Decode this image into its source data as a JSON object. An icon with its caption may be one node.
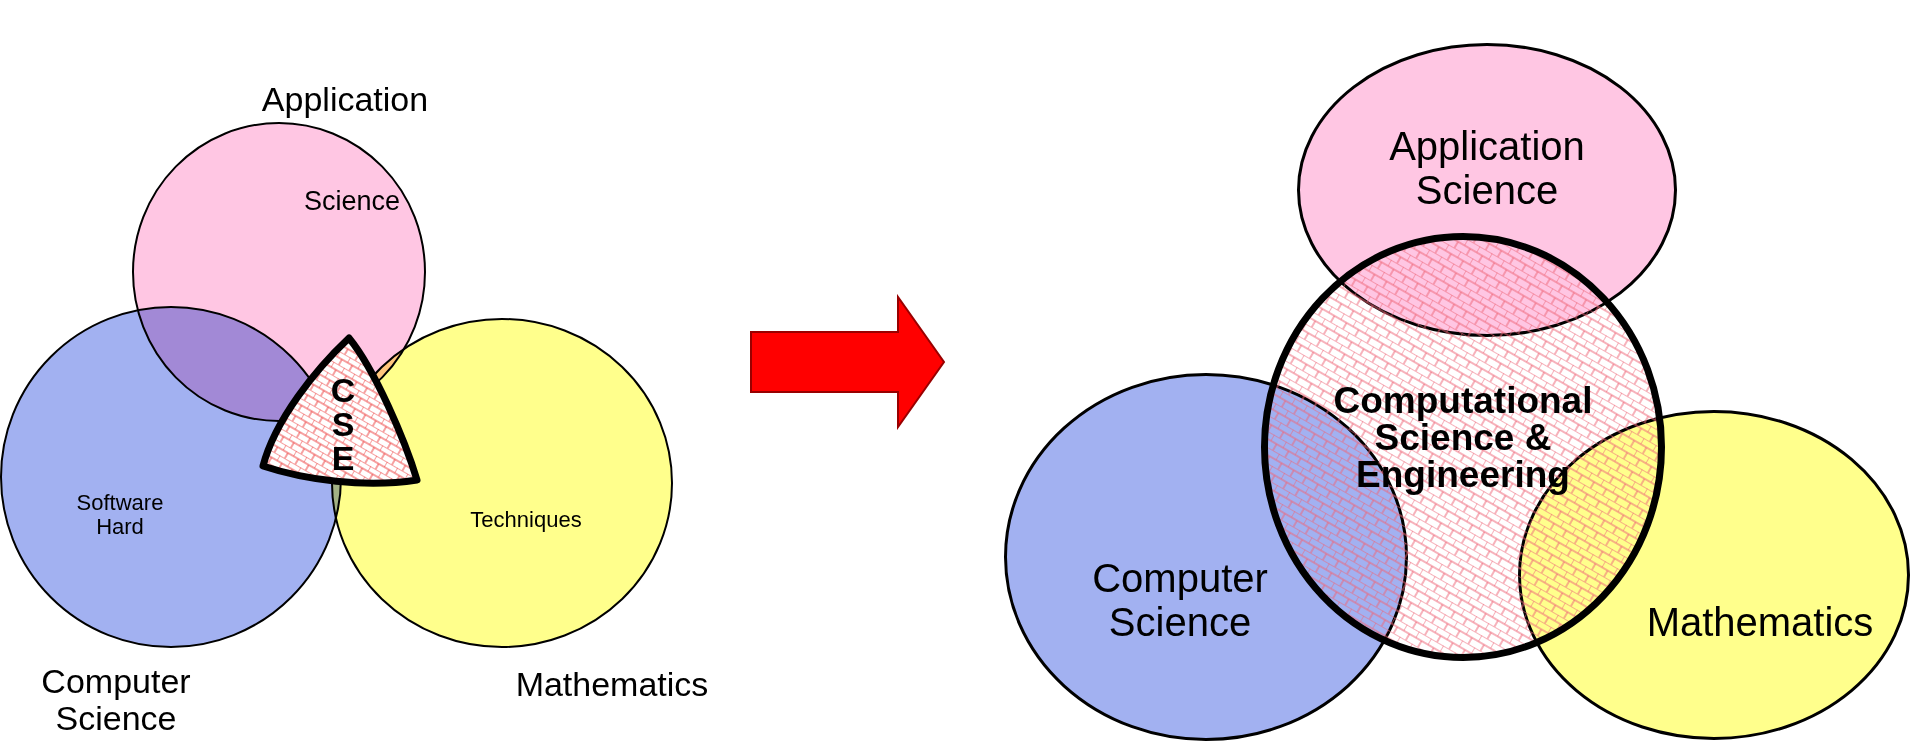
{
  "diagram": {
    "nodes": [
      {
        "text": [
          "Application",
          "Science"
        ]
      },
      {
        "text": [
          "Software Hard",
          "Computer Science"
        ]
      },
      {
        "text": [
          "Techniques",
          "Mathematics"
        ]
      },
      {
        "text": [
          "C S E"
        ]
      },
      {
        "text": [
          "Application Science"
        ]
      },
      {
        "text": [
          "Computational Science & Engineering"
        ]
      },
      {
        "text": [
          "Computer Science"
        ]
      },
      {
        "text": [
          "Mathematics"
        ]
      }
    ]
  }
}
